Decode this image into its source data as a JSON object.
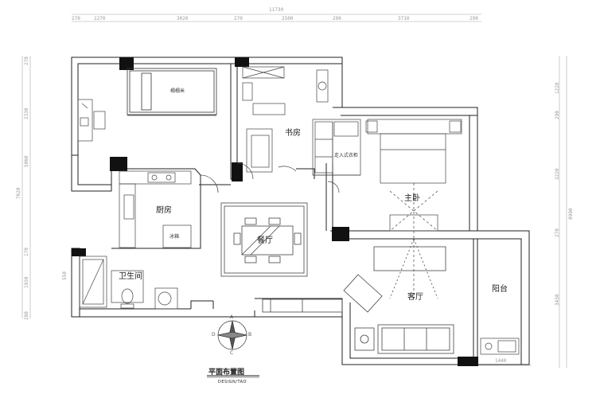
{
  "rooms": {
    "tatami": "榻榻米",
    "study": "书房",
    "kitchen": "厨房",
    "fridge": "冰箱",
    "dining": "餐厅",
    "bathroom": "卫生间",
    "master_bedroom": "主卧",
    "walk_in_closet": "走入式衣柜",
    "living_room": "客厅",
    "balcony": "阳台"
  },
  "title": {
    "main": "平面布置图",
    "sub": "DESIGN/TAO"
  },
  "compass": {
    "n": "A",
    "s": "C",
    "e": "B",
    "w": "D"
  },
  "dimensions": {
    "top_total": "11730",
    "top_segments": [
      "270",
      "1270",
      "3020",
      "270",
      "2500",
      "290",
      "3710",
      "290"
    ],
    "bottom": "1440",
    "left_total": "7620",
    "left_segments": [
      "270",
      "2330",
      "5060",
      "170",
      "550",
      "1930",
      "280"
    ],
    "right_total": "8990",
    "right_segments": [
      "1220",
      "290",
      "3220",
      "270",
      "3430"
    ]
  },
  "colors": {
    "wall": "#111111",
    "line": "#333333",
    "dim": "#9a9a9a"
  }
}
